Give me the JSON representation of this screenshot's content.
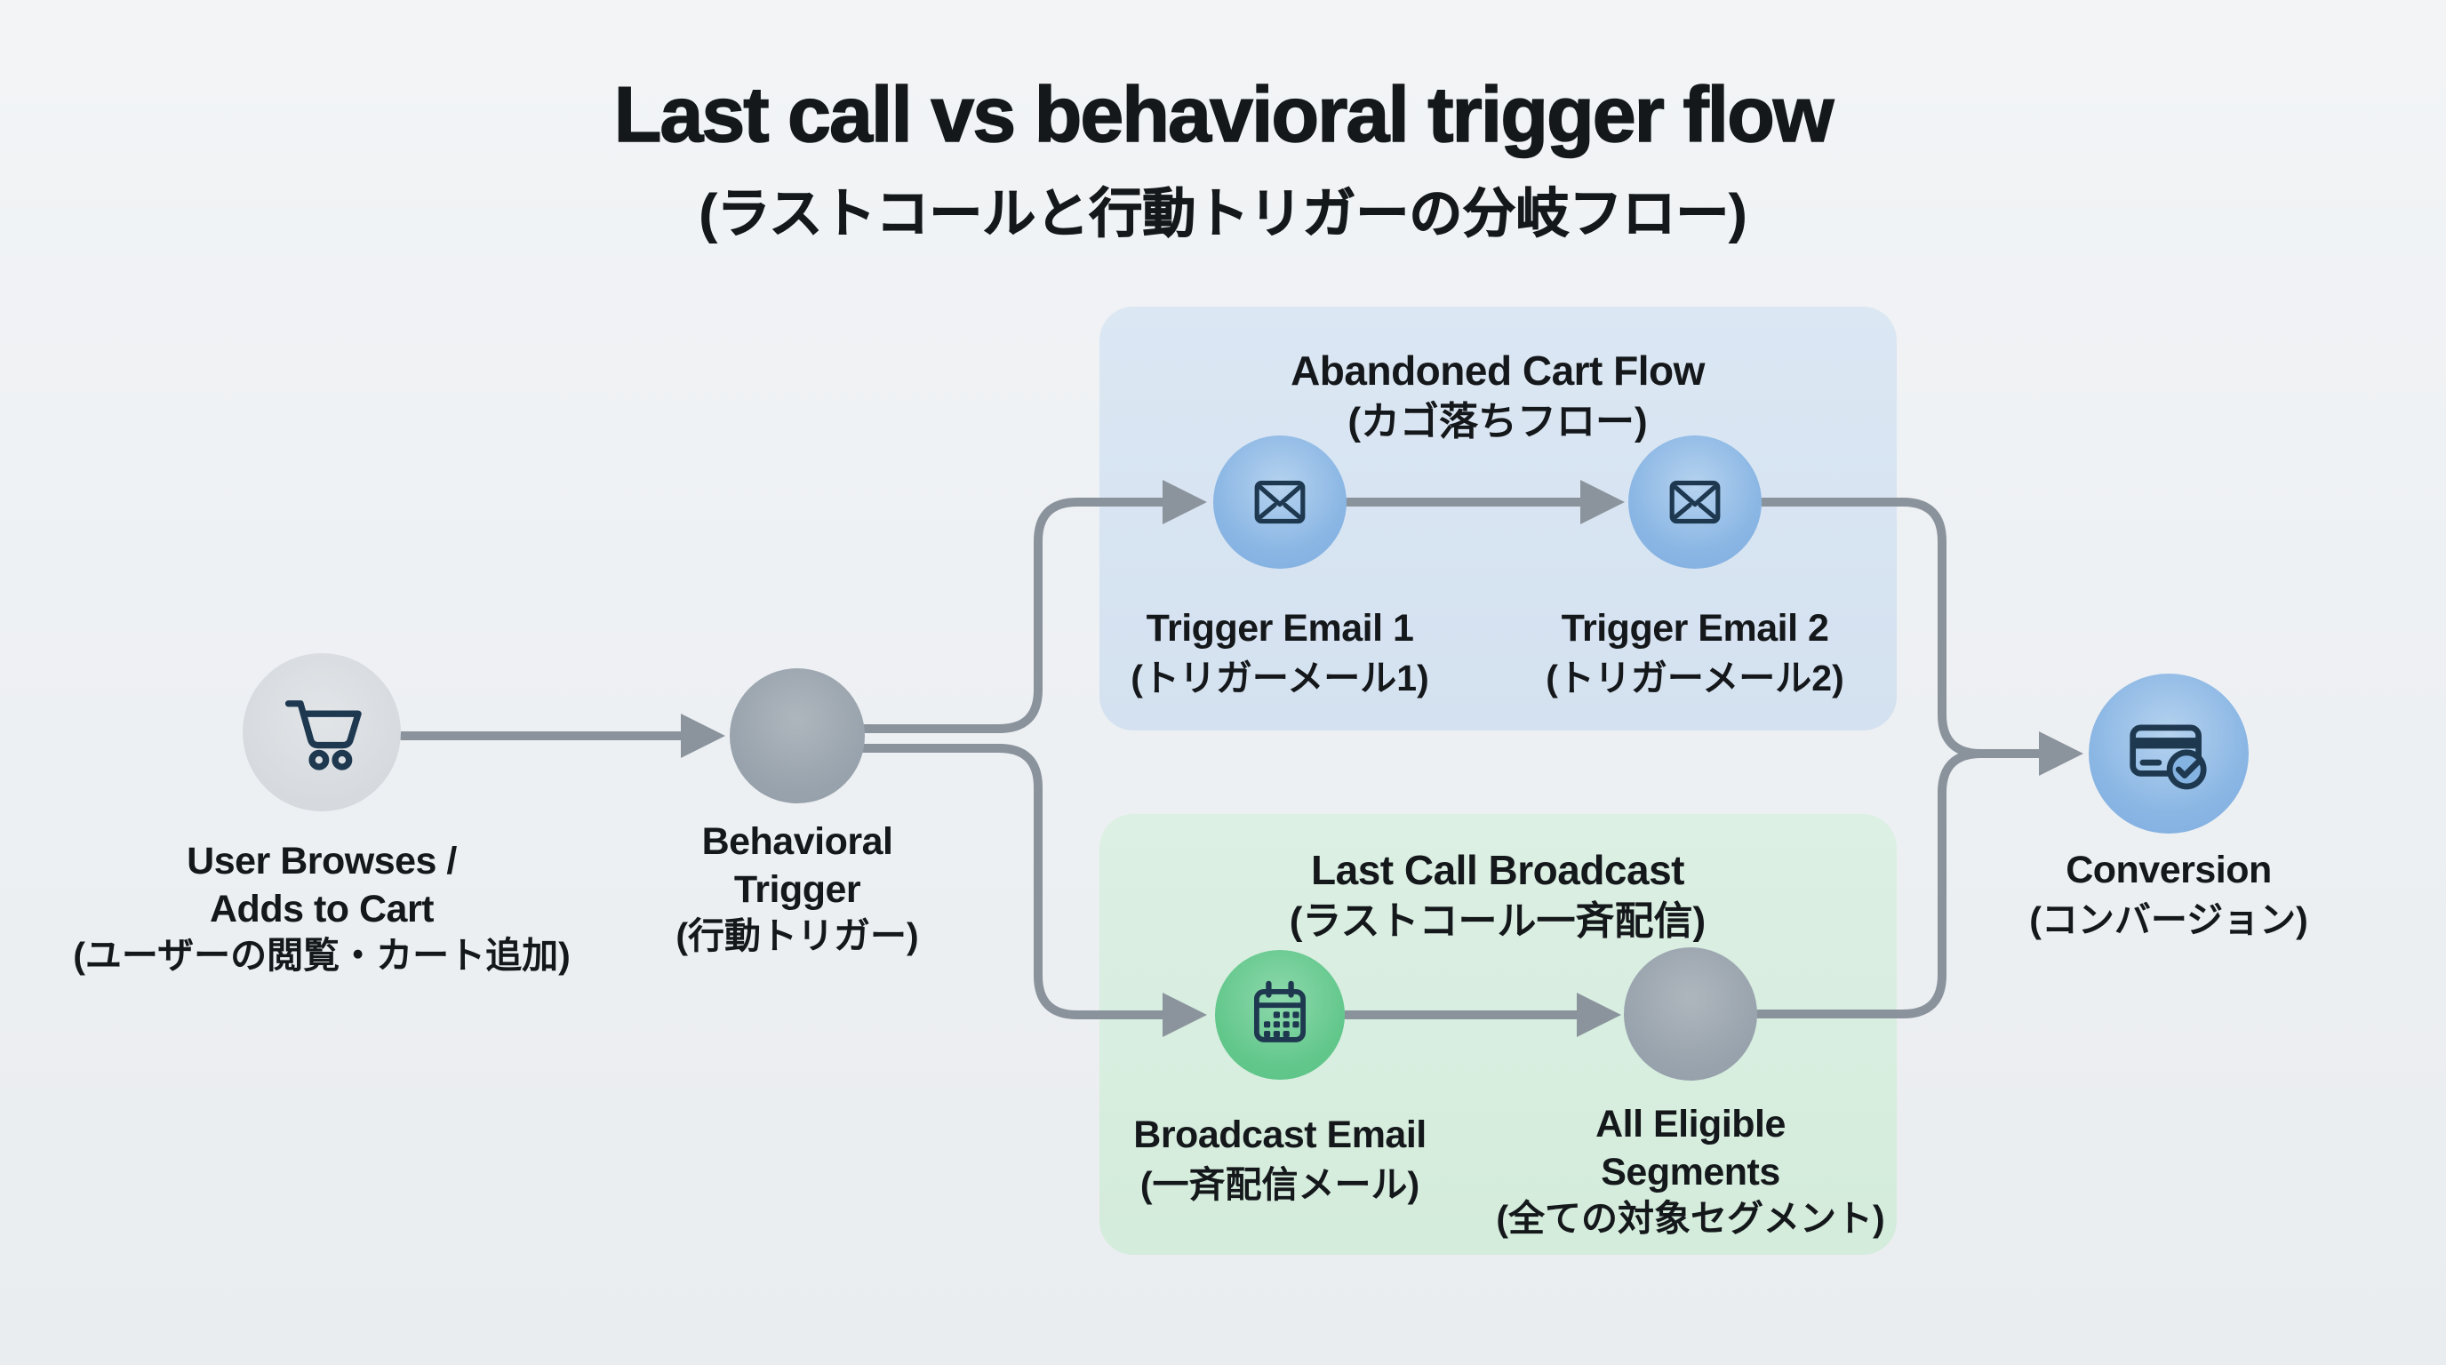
{
  "title": {
    "line1": "Last call vs behavioral trigger flow",
    "line2": "(ラストコールと行動トリガーの分岐フロー)"
  },
  "panels": {
    "abandoned_cart_flow": {
      "title": "Abandoned Cart Flow",
      "title_jp": "(カゴ落ちフロー)",
      "color": "#d8e4f1"
    },
    "last_call_broadcast": {
      "title": "Last Call Broadcast",
      "title_jp": "(ラストコール一斉配信)",
      "color": "#d7eedd"
    }
  },
  "nodes": {
    "cart": {
      "icon": "shopping-cart-icon",
      "line1": "User Browses /",
      "line2": "Adds to Cart",
      "jp": "(ユーザーの閲覧・カート追加)"
    },
    "behavioral_trigger": {
      "icon": "none",
      "line1": "Behavioral",
      "line2": "Trigger",
      "jp": "(行動トリガー)"
    },
    "trigger_email_1": {
      "icon": "envelope-icon",
      "line1": "Trigger Email 1",
      "jp": "(トリガーメール1)"
    },
    "trigger_email_2": {
      "icon": "envelope-icon",
      "line1": "Trigger Email 2",
      "jp": "(トリガーメール2)"
    },
    "broadcast_email": {
      "icon": "calendar-icon",
      "line1": "Broadcast Email",
      "jp": "(一斉配信メール)"
    },
    "all_eligible_segments": {
      "icon": "none",
      "line1": "All Eligible",
      "line2": "Segments",
      "jp": "(全ての対象セグメント)"
    },
    "conversion": {
      "icon": "credit-card-check-icon",
      "line1": "Conversion",
      "jp": "(コンバージョン)"
    }
  },
  "colors": {
    "background": "#eef1f4",
    "connector": "#8a939c",
    "text": "#15181b",
    "panel_blue": "#d8e4f1",
    "panel_green": "#d7eedd",
    "node_blue": "#84b3e2",
    "node_green": "#5fc487",
    "node_gray": "#98a2ac",
    "node_lightgray": "#d7dade",
    "icon_stroke": "#1e3850"
  }
}
